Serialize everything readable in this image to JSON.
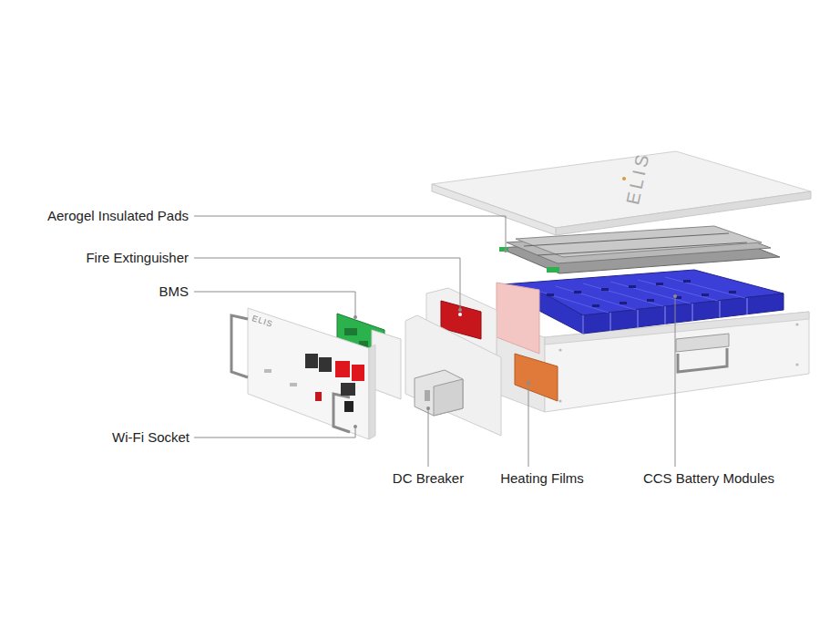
{
  "diagram": {
    "labels": [
      "Aerogel Insulated Pads",
      "Fire Extinguisher",
      "BMS",
      "Wi-Fi Socket",
      "DC Breaker",
      "Heating Films",
      "CCS Battery Modules",
      "ELIS",
      "ELIS"
    ]
  }
}
